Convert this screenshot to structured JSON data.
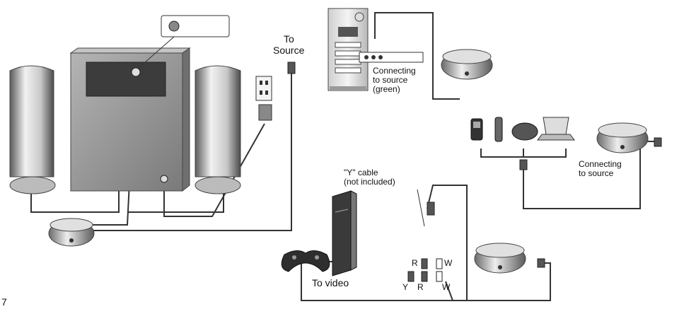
{
  "labels": {
    "to_source_line1": "To",
    "to_source_line2": "Source",
    "connecting_green_line1": "Connecting",
    "connecting_green_line2": "to source",
    "connecting_green_line3": "(green)",
    "connecting_line1": "Connecting",
    "connecting_line2": "to source",
    "y_cable_line1": "\"Y\" cable",
    "y_cable_line2": "(not included)",
    "to_video": "To video",
    "plug_r_upper": "R",
    "plug_w_upper": "W",
    "plug_y_lower": "Y",
    "plug_r_lower": "R",
    "plug_w_lower": "W",
    "page_number": "7"
  },
  "colors": {
    "line": "#333333",
    "speaker_light": "#e6e6e6",
    "speaker_dark": "#555555",
    "subwoofer": "#9a9a9a",
    "subwoofer_dark": "#6a6a6a",
    "panel": "#3c3c3c"
  }
}
